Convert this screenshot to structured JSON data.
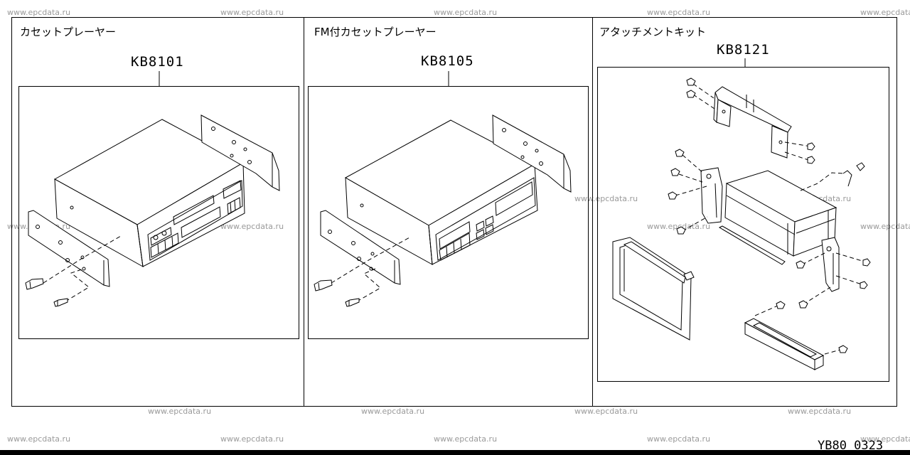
{
  "panels": [
    {
      "title": "カセットプレーヤー",
      "part_number": "KB8101"
    },
    {
      "title": "FM付カセットプレーヤー",
      "part_number": "KB8105"
    },
    {
      "title": "アタッチメントキット",
      "part_number": "KB8121"
    }
  ],
  "watermark": "www.epcdata.ru",
  "diagram_code": "YB80 0323"
}
